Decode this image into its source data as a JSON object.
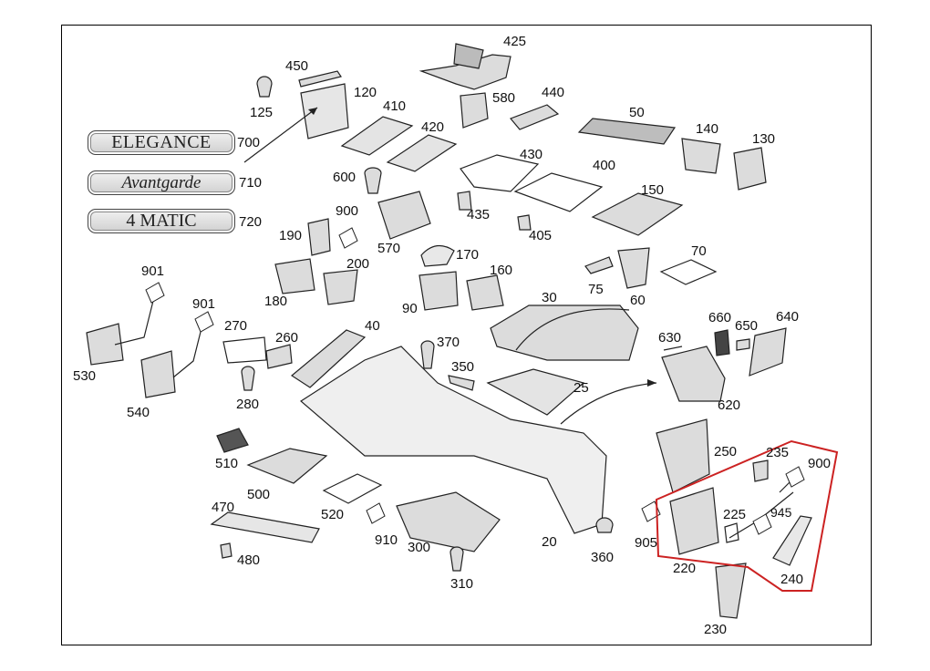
{
  "badges": {
    "elegance": "ELEGANCE",
    "avantgarde": "Avantgarde",
    "fourmatic": "4 MATIC"
  },
  "labels": {
    "l425": "425",
    "l450": "450",
    "l120": "120",
    "l125": "125",
    "l580": "580",
    "l440": "440",
    "l50": "50",
    "l410": "410",
    "l420": "420",
    "l140": "140",
    "l130": "130",
    "l700": "700",
    "l710": "710",
    "l720": "720",
    "l600": "600",
    "l430": "430",
    "l400": "400",
    "l150": "150",
    "l435": "435",
    "l405": "405",
    "l900a": "900",
    "l190": "190",
    "l570": "570",
    "l170": "170",
    "l70": "70",
    "l200": "200",
    "l160": "160",
    "l75": "75",
    "l60": "60",
    "l180": "180",
    "l90": "90",
    "l30": "30",
    "l901a": "901",
    "l901b": "901",
    "l270": "270",
    "l260": "260",
    "l40": "40",
    "l660": "660",
    "l650": "650",
    "l640": "640",
    "l630": "630",
    "l370": "370",
    "l350": "350",
    "l530": "530",
    "l540": "540",
    "l280": "280",
    "l25": "25",
    "l620": "620",
    "l510": "510",
    "l250": "250",
    "l235": "235",
    "l900b": "900",
    "l500": "500",
    "l520": "520",
    "l225": "225",
    "l945": "945",
    "l470": "470",
    "l910": "910",
    "l300": "300",
    "l20": "20",
    "l905": "905",
    "l360": "360",
    "l480": "480",
    "l310": "310",
    "l220": "220",
    "l240": "240",
    "l230": "230"
  },
  "colors": {
    "highlight_box": "#cc2222",
    "line": "#222222",
    "part_fill": "#d9d9d9"
  }
}
